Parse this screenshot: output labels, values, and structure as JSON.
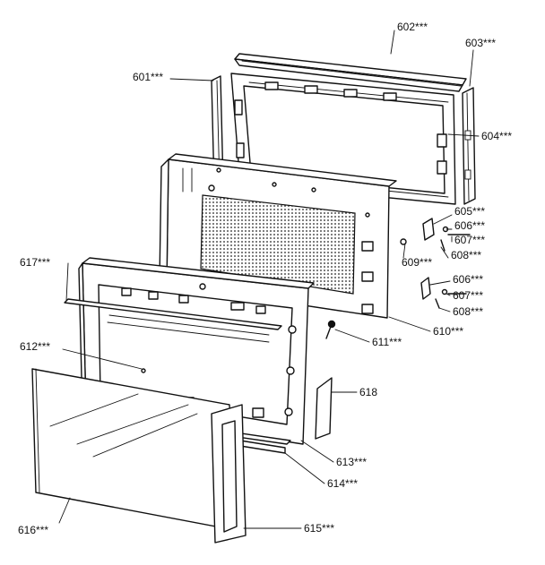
{
  "diagram": {
    "callouts": [
      {
        "id": "602",
        "text": "602***"
      },
      {
        "id": "603",
        "text": "603***"
      },
      {
        "id": "601",
        "text": "601***"
      },
      {
        "id": "604",
        "text": "604***"
      },
      {
        "id": "605",
        "text": "605***"
      },
      {
        "id": "606a",
        "text": "606***"
      },
      {
        "id": "607a",
        "text": "607***"
      },
      {
        "id": "609",
        "text": "609***"
      },
      {
        "id": "608a",
        "text": "608***"
      },
      {
        "id": "617",
        "text": "617***"
      },
      {
        "id": "606b",
        "text": "606***"
      },
      {
        "id": "607b",
        "text": "607***"
      },
      {
        "id": "608b",
        "text": "608***"
      },
      {
        "id": "610",
        "text": "610***"
      },
      {
        "id": "611",
        "text": "611***"
      },
      {
        "id": "612",
        "text": "612***"
      },
      {
        "id": "618",
        "text": "618"
      },
      {
        "id": "613",
        "text": "613***"
      },
      {
        "id": "614",
        "text": "614***"
      },
      {
        "id": "616",
        "text": "616***"
      },
      {
        "id": "615",
        "text": "615***"
      }
    ]
  }
}
